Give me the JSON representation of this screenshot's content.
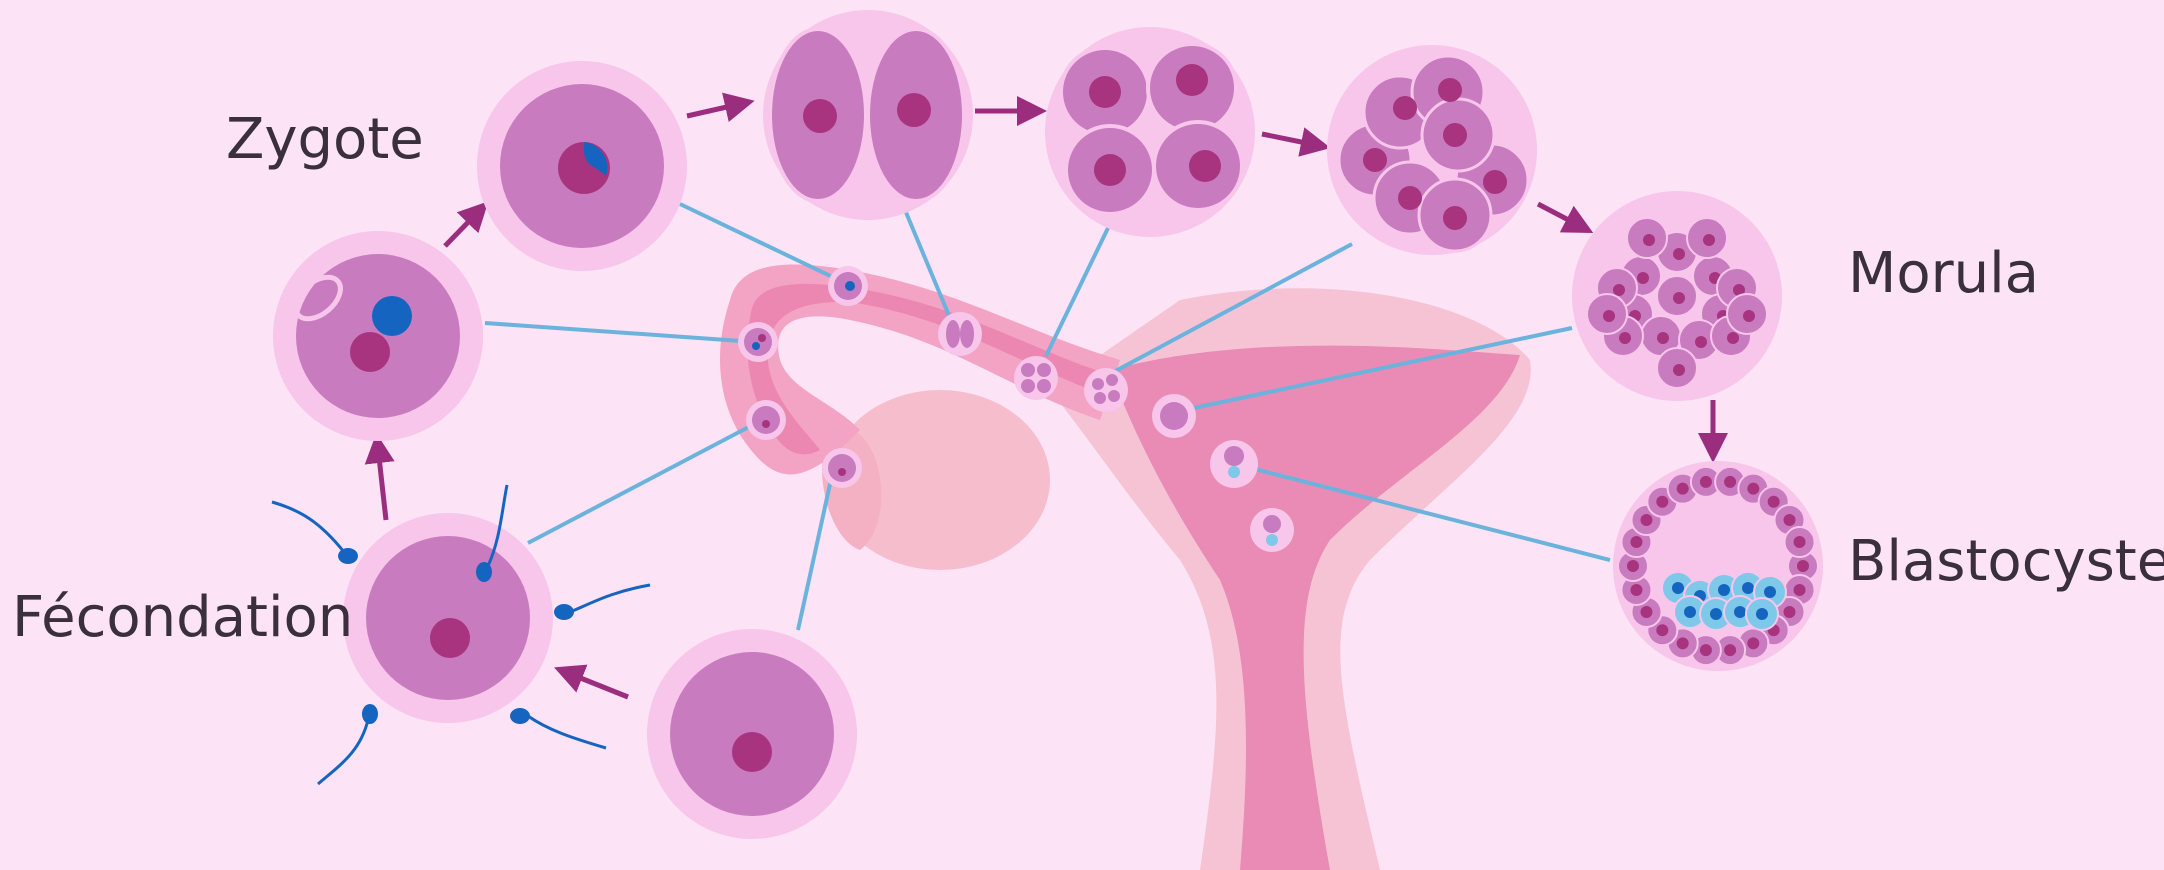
{
  "labels": {
    "zygote": "Zygote",
    "fecondation": "Fécondation",
    "morula": "Morula",
    "blastocyste": "Blastocyste"
  },
  "colors": {
    "background": "#fde3f6",
    "cell_membrane": "#f7c6ea",
    "cell_body": "#c87bbf",
    "nucleus": "#a8337e",
    "inner_cell_mass": "#7ec8ea",
    "sperm": "#1565c0",
    "arrow": "#9b2d7e",
    "leader_line": "#6bb3dc",
    "uterus_outer": "#f6c3d5",
    "uterus_inner": "#e98bb4"
  }
}
